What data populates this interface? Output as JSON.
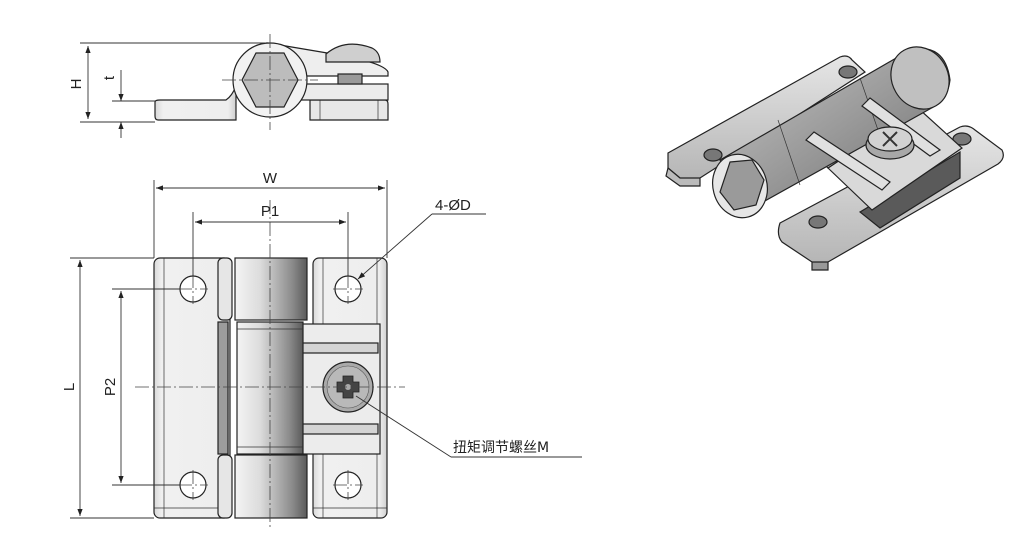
{
  "drawing": {
    "subject": "Adjustable torque hinge",
    "views": [
      "side-view",
      "front-view",
      "isometric-view"
    ],
    "dimension_labels": {
      "height": "H",
      "thickness": "t",
      "width": "W",
      "hole_pitch_horizontal": "P1",
      "hole_pitch_vertical": "P2",
      "length": "L",
      "holes": "4-ØD"
    },
    "callouts": {
      "torque_screw": "扭矩调节螺丝M"
    },
    "colors": {
      "line": "#222222",
      "fill_light": "#eeeeee",
      "fill_mid": "#bdbdbd",
      "fill_dark": "#7a7a7a"
    }
  }
}
